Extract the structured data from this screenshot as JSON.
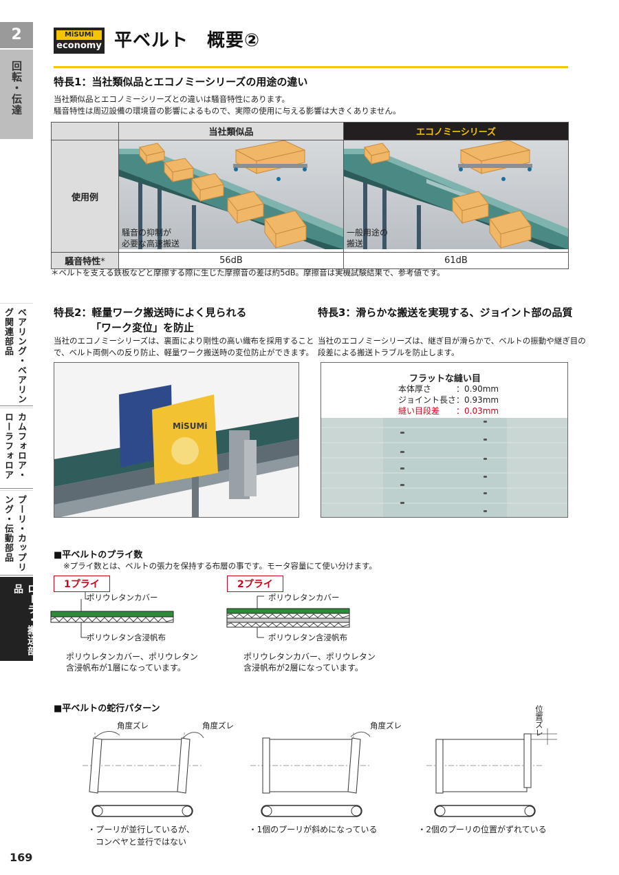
{
  "sidebar": {
    "tab_number": "2",
    "tab_main": "回転・伝達",
    "items": [
      {
        "label": "ベアリング・ベアリング関連部品"
      },
      {
        "label": "カムフォロア・ローラフォロア"
      },
      {
        "label": "プーリ・カップリング・伝動部品"
      },
      {
        "label": "ローラ・搬送部品"
      }
    ]
  },
  "header": {
    "logo_top": "MiSUMi",
    "logo_bottom": "economy",
    "title": "平ベルト　概要②"
  },
  "feature1": {
    "heading": "特長1：当社類似品とエコノミーシリーズの用途の違い",
    "text_line1": "当社類似品とエコノミーシリーズとの違いは騒音特性にあります。",
    "text_line2": "騒音特性は周辺設備の環境音の影響によるもので、実際の使用に与える影響は大きくありません。",
    "table": {
      "col_a": "当社類似品",
      "col_b": "エコノミーシリーズ",
      "row_usage": "使用例",
      "usage_a_line1": "騒音の抑制が",
      "usage_a_line2": "必要な高速搬送",
      "usage_b_line1": "一般用途の",
      "usage_b_line2": "搬送",
      "row_noise": "騒音特性",
      "row_noise_mark": "*",
      "noise_a": "56dB",
      "noise_b": "61dB"
    },
    "note": "＊ベルトを支える鉄板などと摩擦する際に生じた摩擦音の差は約5dB。摩擦音は実機試験結果で、参考値です。"
  },
  "feature2": {
    "heading_line1": "特長2：軽量ワーク搬送時によく見られる",
    "heading_line2": "「ワーク変位」を防止",
    "text_line1": "当社のエコノミーシリーズは、裏面により剛性の高い織布を採用すること",
    "text_line2": "で、ベルト両側への反り防止、軽量ワーク搬送時の変位防止ができます。",
    "box_brand": "MiSUMi"
  },
  "feature3": {
    "heading": "特長3：滑らかな搬送を実現する、ジョイント部の品質",
    "text_line1": "当社のエコノミーシリーズは、継ぎ目が滑らかで、ベルトの振動や継ぎ目の",
    "text_line2": "段差による搬送トラブルを防止します。",
    "box_title": "フラットな縫い目",
    "specs": [
      {
        "label": "本体厚さ",
        "value": "：0.90mm",
        "color": "#222222"
      },
      {
        "label": "ジョイント長さ",
        "value": "：0.93mm",
        "color": "#222222"
      },
      {
        "label": "縫い目段差",
        "value": "：0.03mm",
        "color": "#d0021b"
      }
    ]
  },
  "ply": {
    "heading": "■平ベルトのプライ数",
    "note": "※プライ数とは、ベルトの張力を保持する布層の事です。モータ容量にて使い分けます。",
    "one": {
      "label": "1プライ",
      "top_label": "ポリウレタンカバー",
      "bottom_label": "ポリウレタン含浸帆布",
      "desc_line1": "ポリウレタンカバー、ポリウレタン",
      "desc_line2": "含浸帆布が1層になっています。"
    },
    "two": {
      "label": "2プライ",
      "top_label": "ポリウレタンカバー",
      "bottom_label": "ポリウレタン含浸帆布",
      "desc_line1": "ポリウレタンカバー、ポリウレタン",
      "desc_line2": "含浸帆布が2層になっています。"
    },
    "cover_color": "#2e8b3a"
  },
  "snake": {
    "heading": "■平ベルトの蛇行パターン",
    "angle_label": "角度ズレ",
    "position_label": "位置ズレ",
    "case1_line1": "・プーリが並行しているが、",
    "case1_line2": "コンベヤと並行ではない",
    "case2": "・1個のプーリが斜めになっている",
    "case3": "・2個のプーリの位置がずれている"
  },
  "page_number": "169",
  "colors": {
    "accent_yellow": "#f4c500",
    "dark": "#231f20",
    "red": "#d0021b"
  }
}
